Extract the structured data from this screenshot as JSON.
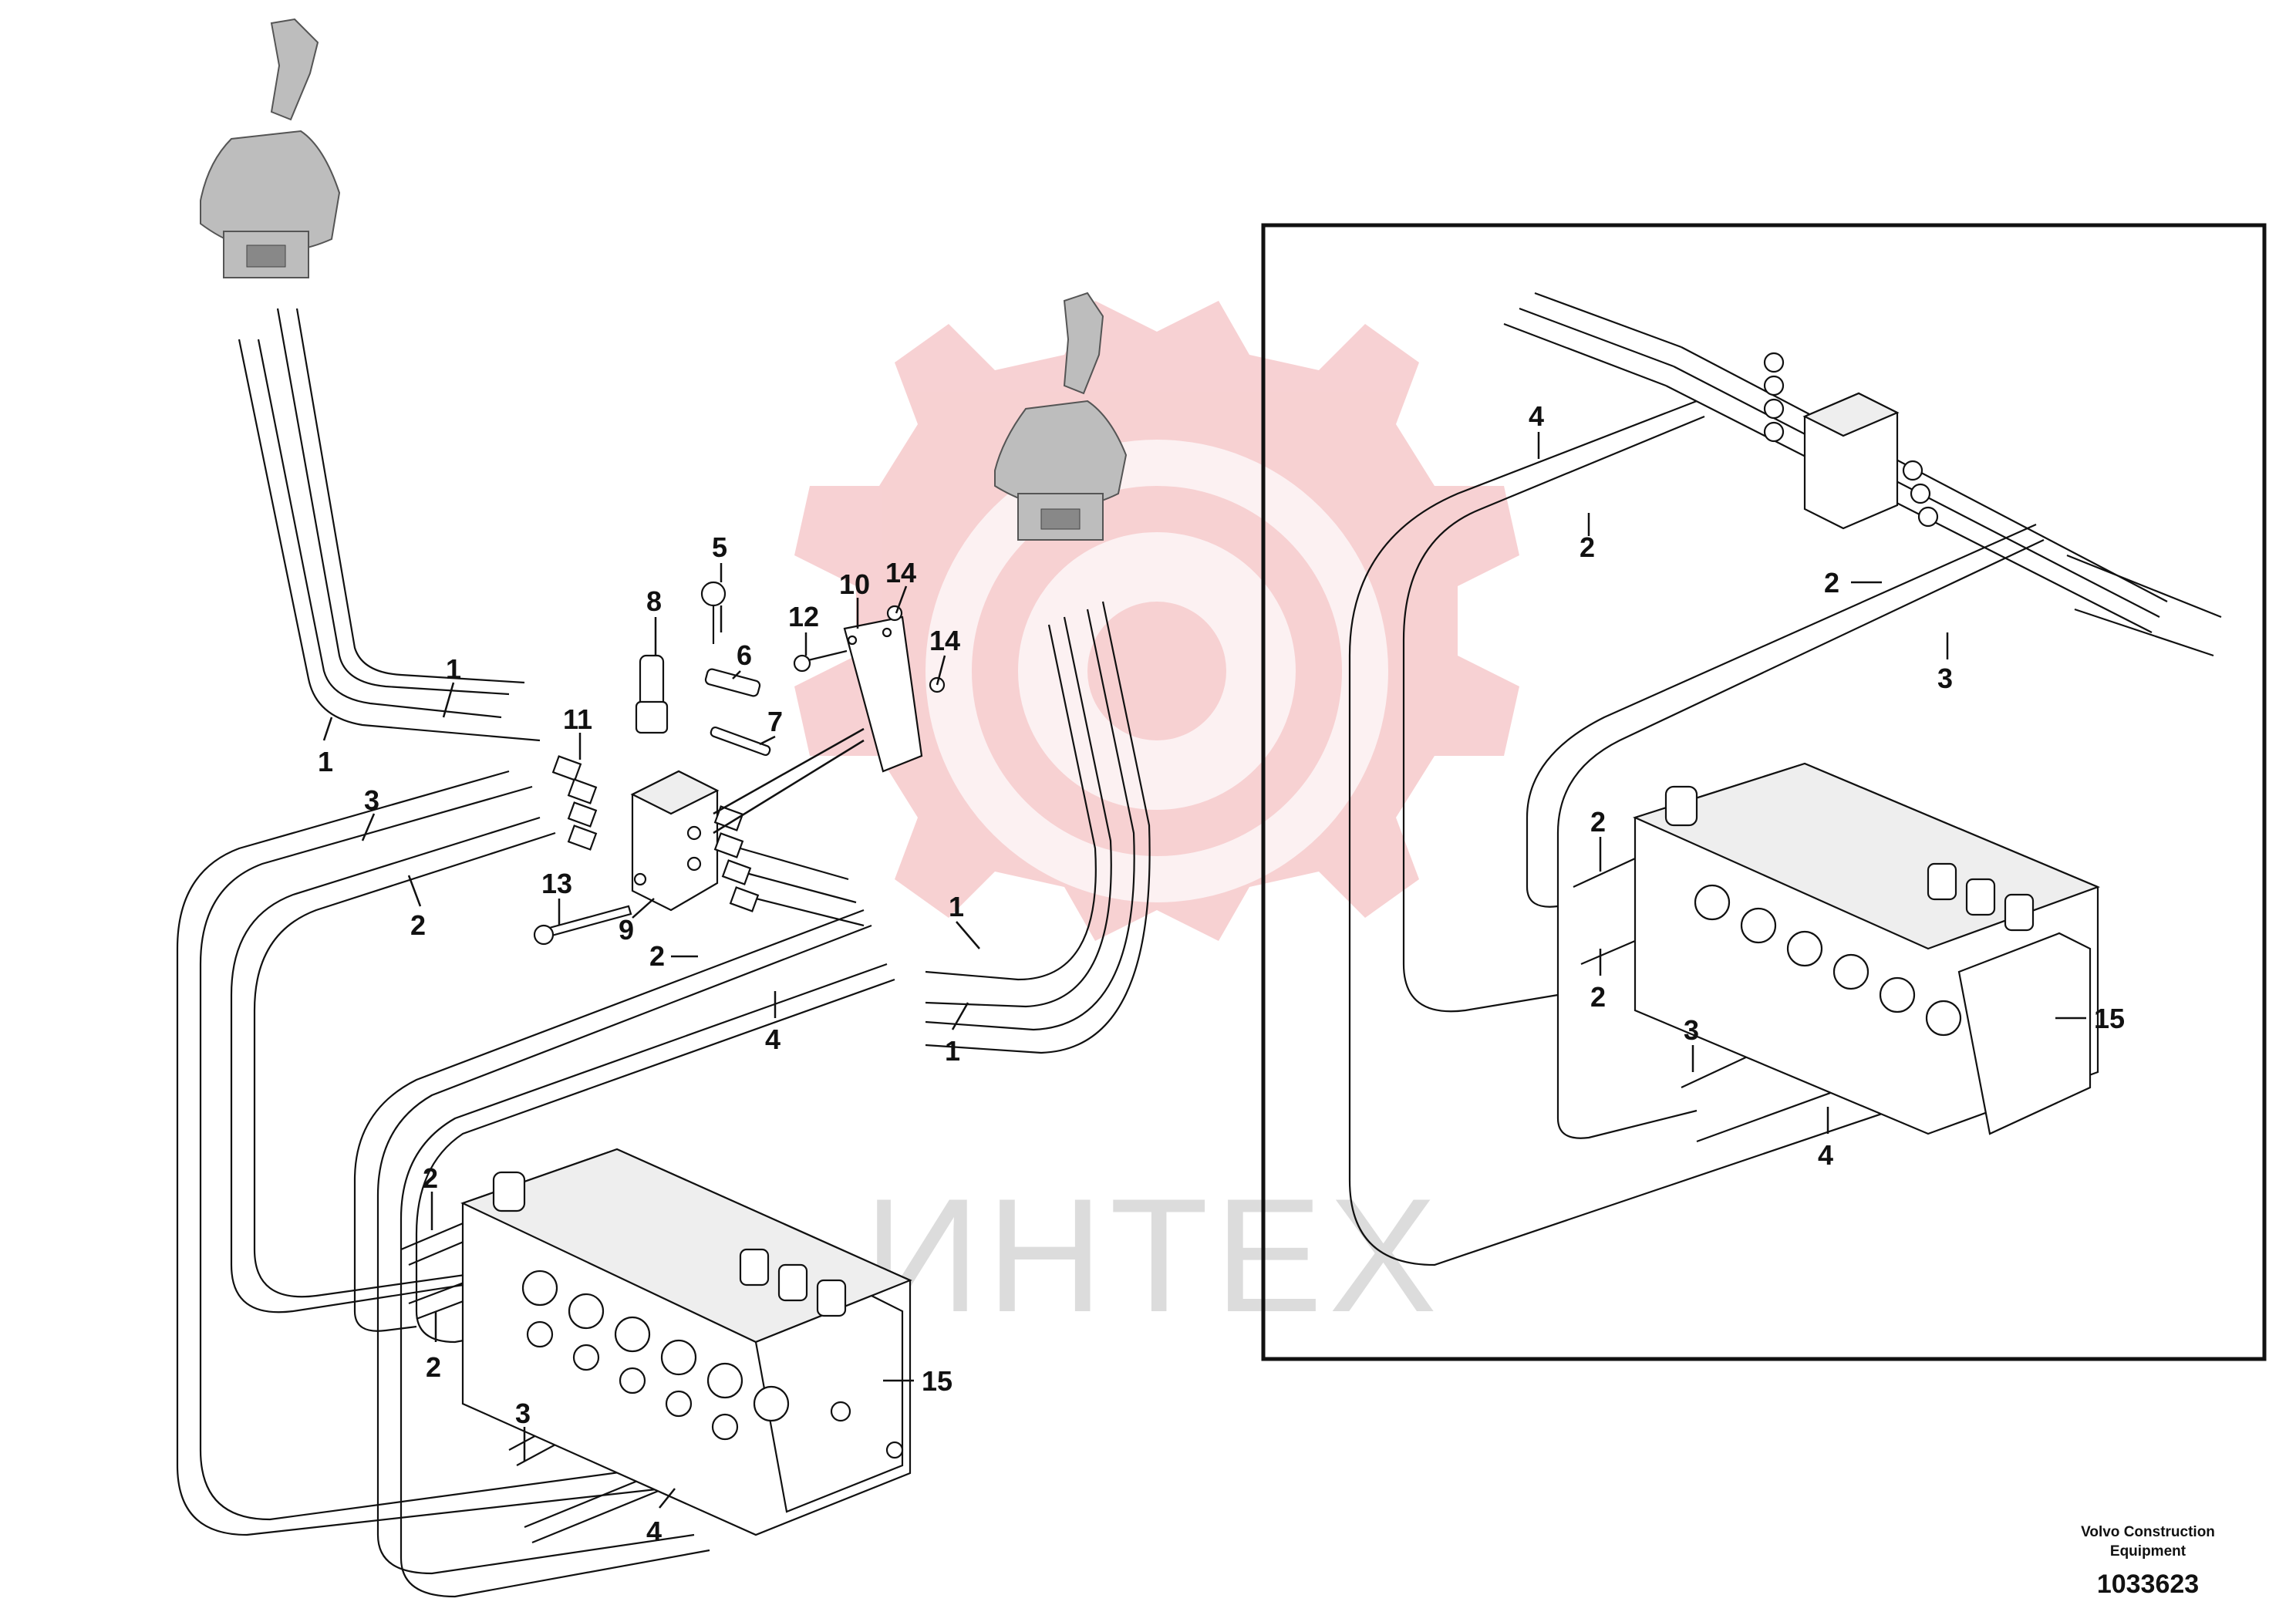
{
  "watermark": {
    "text": "ИНТЕХ",
    "color": "#f6c9cb"
  },
  "footer": {
    "brand_line1": "Volvo Construction",
    "brand_line2": "Equipment",
    "doc_number": "1033623"
  },
  "callouts": [
    {
      "id": "c1a",
      "label": "1"
    },
    {
      "id": "c1b",
      "label": "1"
    },
    {
      "id": "c1c",
      "label": "1"
    },
    {
      "id": "c1d",
      "label": "1"
    },
    {
      "id": "c3a",
      "label": "3"
    },
    {
      "id": "c2a",
      "label": "2"
    },
    {
      "id": "c5",
      "label": "5"
    },
    {
      "id": "c6",
      "label": "6"
    },
    {
      "id": "c8",
      "label": "8"
    },
    {
      "id": "c7",
      "label": "7"
    },
    {
      "id": "c11",
      "label": "11"
    },
    {
      "id": "c12",
      "label": "12"
    },
    {
      "id": "c10",
      "label": "10"
    },
    {
      "id": "c14a",
      "label": "14"
    },
    {
      "id": "c14b",
      "label": "14"
    },
    {
      "id": "c13",
      "label": "13"
    },
    {
      "id": "c9",
      "label": "9"
    },
    {
      "id": "c2b",
      "label": "2"
    },
    {
      "id": "c4a",
      "label": "4"
    },
    {
      "id": "c2c",
      "label": "2"
    },
    {
      "id": "c2d",
      "label": "2"
    },
    {
      "id": "c15a",
      "label": "15"
    },
    {
      "id": "c3b",
      "label": "3"
    },
    {
      "id": "c4b",
      "label": "4"
    },
    {
      "id": "c4c",
      "label": "4"
    },
    {
      "id": "c2e",
      "label": "2"
    },
    {
      "id": "c2f",
      "label": "2"
    },
    {
      "id": "c3c",
      "label": "3"
    },
    {
      "id": "c2g",
      "label": "2"
    },
    {
      "id": "c2h",
      "label": "2"
    },
    {
      "id": "c15b",
      "label": "15"
    },
    {
      "id": "c3d",
      "label": "3"
    },
    {
      "id": "c4d",
      "label": "4"
    }
  ]
}
